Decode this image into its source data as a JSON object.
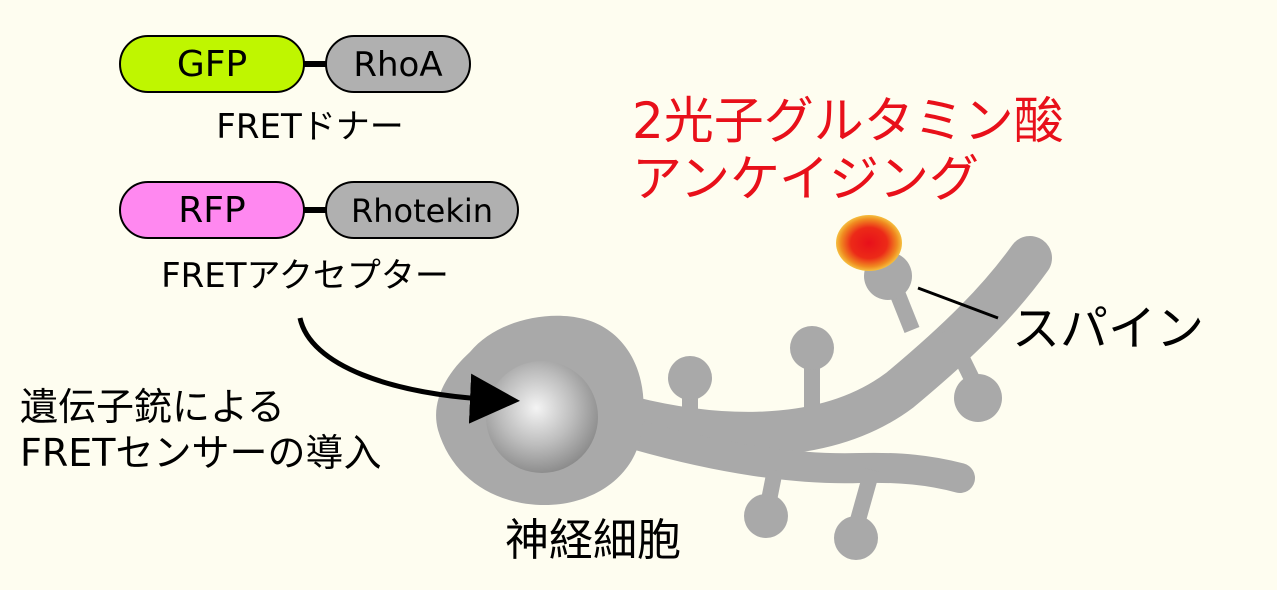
{
  "colors": {
    "background": "#fefdf0",
    "gfp": "#bff600",
    "rfp": "#ff88f0",
    "protein_gray": "#b0b0b0",
    "neuron_gray": "#a9a9a9",
    "highlight_red": "#e8101a",
    "glow_orange": "#f5a623"
  },
  "donor": {
    "fluorophore": "GFP",
    "partner": "RhoA",
    "caption": "FRETドナー"
  },
  "acceptor": {
    "fluorophore": "RFP",
    "partner": "Rhotekin",
    "caption": "FRETアクセプター"
  },
  "uncaging": {
    "line1": "2光子グルタミン酸",
    "line2": "アンケイジング"
  },
  "spine_label": "スパイン",
  "gene_gun": {
    "line1": "遺伝子銃による",
    "line2": "FRETセンサーの導入"
  },
  "neuron_label": "神経細胞"
}
